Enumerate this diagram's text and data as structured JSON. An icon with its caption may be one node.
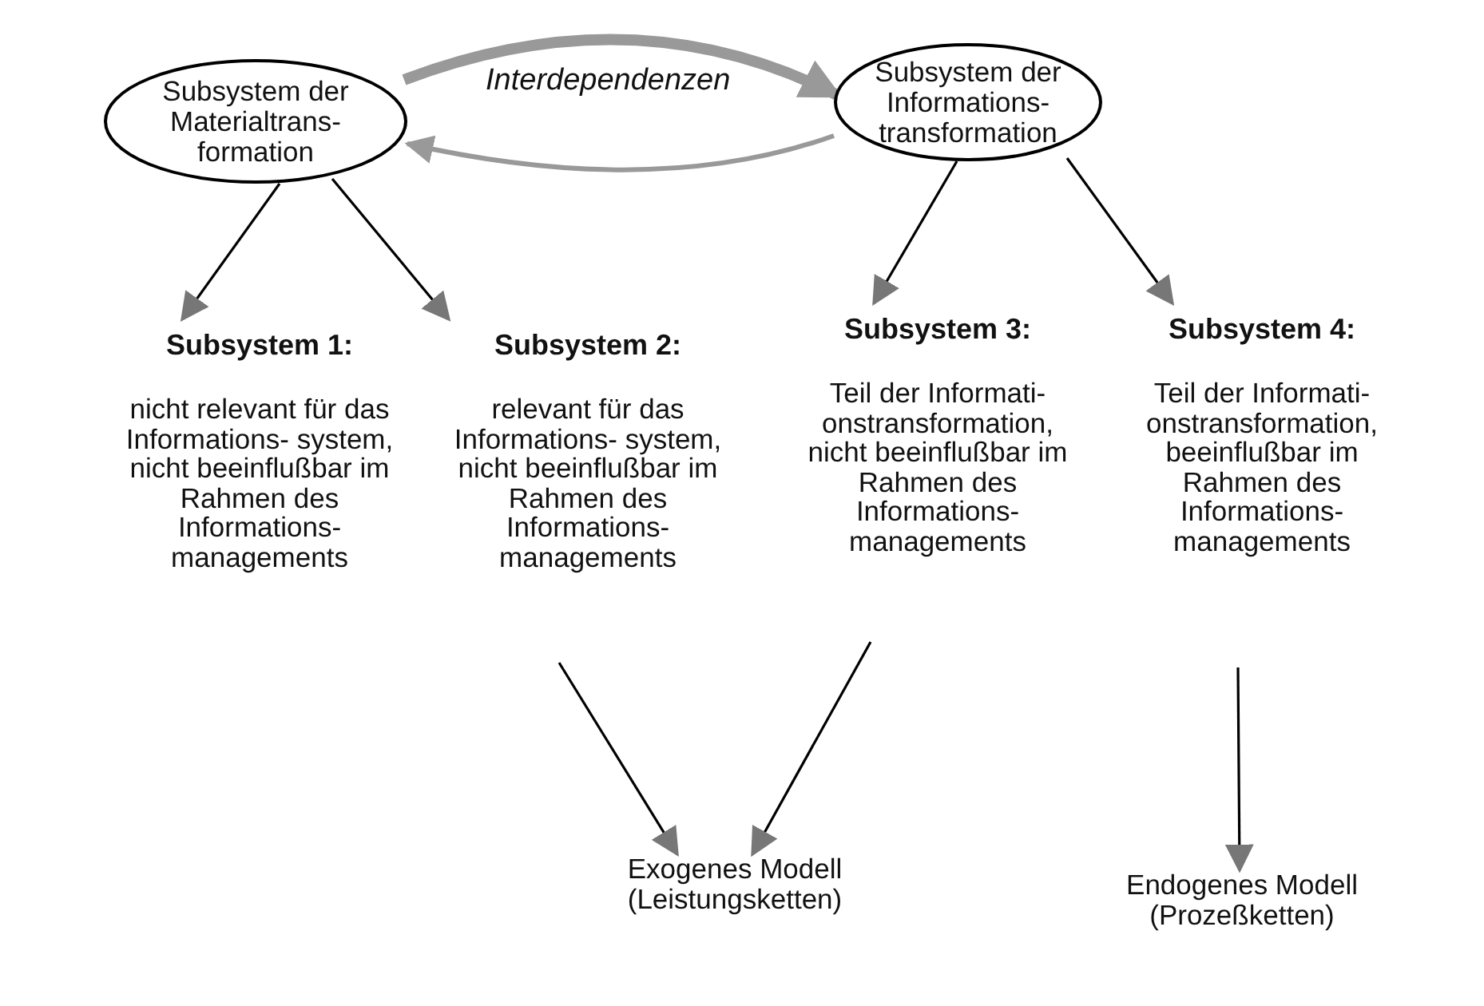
{
  "diagram": {
    "nodes": [
      {
        "text": [
          "Subsystem der Materialtrans- formation"
        ]
      },
      {
        "text": [
          "Subsystem der Informations- transformation"
        ]
      },
      {
        "text": [
          "Subsystem 1:",
          "nicht relevant für das Informations- system, nicht beeinflußbar im Rahmen des Informations- managements"
        ]
      },
      {
        "text": [
          "Subsystem 2:",
          "relevant für das Informations- system, nicht beeinflußbar im Rahmen des Informations- managements"
        ]
      },
      {
        "text": [
          "Subsystem 3:",
          "Teil der Informati- onstransformation, nicht beeinflußbar im Rahmen des Informations- managements"
        ]
      },
      {
        "text": [
          "Subsystem 4:",
          "Teil der Informati- onstransformation, beeinflußbar im Rahmen des Informations- managements"
        ]
      },
      {
        "text": [
          "Exogenes Modell (Leistungsketten)"
        ]
      },
      {
        "text": [
          "Endogenes Modell (Prozeßketten)"
        ]
      }
    ],
    "edges": [
      {
        "from": 0,
        "to": 1,
        "arrow": "to",
        "label": "Interdependenzen",
        "style": "thick",
        "color": "#999999"
      },
      {
        "from": 1,
        "to": 0,
        "arrow": "to",
        "color": "#999999"
      },
      {
        "from": 0,
        "to": 2,
        "arrow": "to"
      },
      {
        "from": 0,
        "to": 3,
        "arrow": "to"
      },
      {
        "from": 1,
        "to": 4,
        "arrow": "to"
      },
      {
        "from": 1,
        "to": 5,
        "arrow": "to"
      },
      {
        "from": 3,
        "to": 6,
        "arrow": "to"
      },
      {
        "from": 4,
        "to": 6,
        "arrow": "to"
      },
      {
        "from": 5,
        "to": 7,
        "arrow": "to"
      }
    ]
  }
}
